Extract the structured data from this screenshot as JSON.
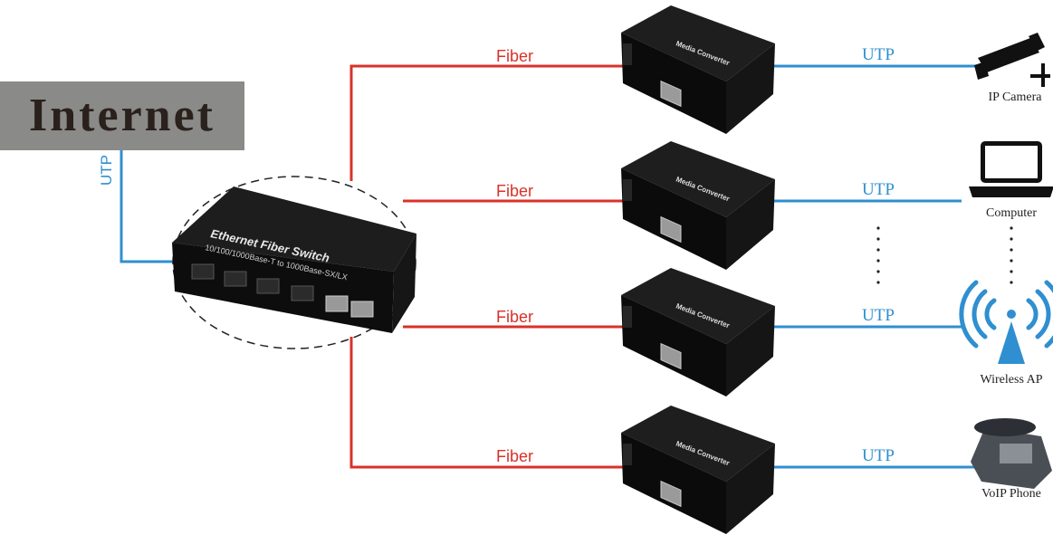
{
  "internet_label": "Internet",
  "uplink_label": "UTP",
  "switch": {
    "title": "Ethernet Fiber Switch",
    "subtitle": "10/100/1000Base-T to 1000Base-SX/LX"
  },
  "converter_label": "Media Converter",
  "links": [
    {
      "fiber": "Fiber",
      "utp": "UTP",
      "device": "IP Camera"
    },
    {
      "fiber": "Fiber",
      "utp": "UTP",
      "device": "Computer"
    },
    {
      "fiber": "Fiber",
      "utp": "UTP",
      "device": "Wireless AP"
    },
    {
      "fiber": "Fiber",
      "utp": "UTP",
      "device": "VoIP Phone"
    }
  ],
  "colors": {
    "fiber": "#d8322a",
    "utp": "#2f8fd0",
    "internet_box": "#8a8a88"
  }
}
